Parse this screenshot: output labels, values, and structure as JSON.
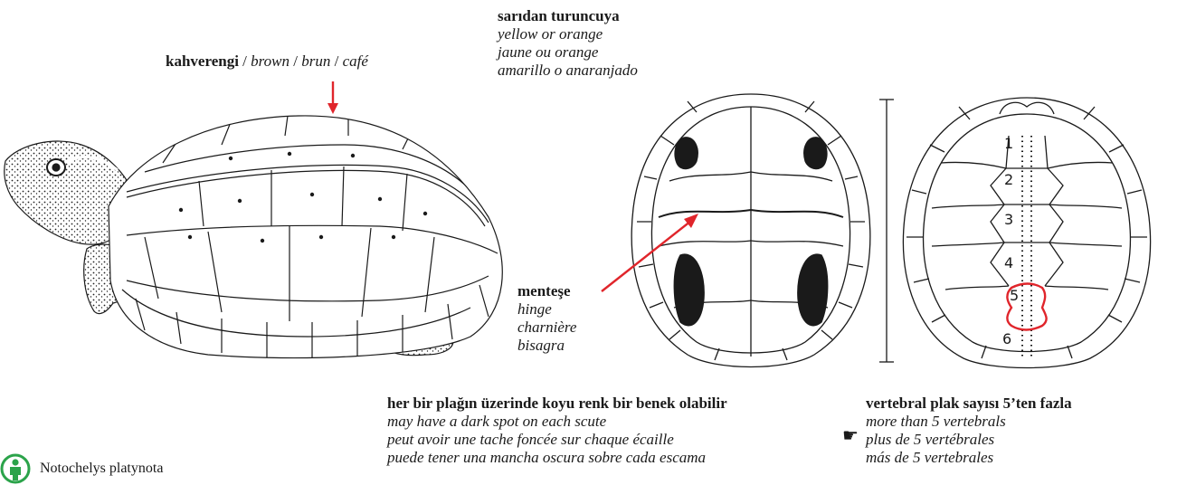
{
  "color_label": {
    "tr": "kahverengi",
    "sep1": " / ",
    "en": "brown",
    "sep2": " / ",
    "fr": "brun",
    "sep3": " / ",
    "es": "café"
  },
  "plastron_color": {
    "tr": "sarıdan turuncuya",
    "en": "yellow or orange",
    "fr": "jaune ou orange",
    "es": "amarillo o anaranjado"
  },
  "hinge": {
    "tr": "menteşe",
    "en": "hinge",
    "fr": "charnière",
    "es": "bisagra"
  },
  "spot": {
    "tr": "her bir plağın üzerinde koyu renk bir benek olabilir",
    "en": "may have a dark spot on each scute",
    "fr": "peut avoir une tache foncée sur chaque écaille",
    "es": "puede tener una mancha oscura sobre cada escama"
  },
  "vertebrals": {
    "tr": "vertebral plak sayısı 5’ten fazla",
    "en": "more than 5 vertebrals",
    "fr": "plus de 5 vertébrales",
    "es": "más de 5 vertebrales",
    "labels": [
      "1",
      "2",
      "3",
      "4",
      "5",
      "6"
    ]
  },
  "pointer_glyph": "☛",
  "species_name": "Notochelys platynota",
  "colors": {
    "arrow": "#e0252b",
    "highlight": "#e0252b",
    "badge": "#2ba34a",
    "ink": "#1a1a1a"
  },
  "icons": {
    "species_badge": "person-circle-icon",
    "pointer": "pointing-hand-icon"
  }
}
